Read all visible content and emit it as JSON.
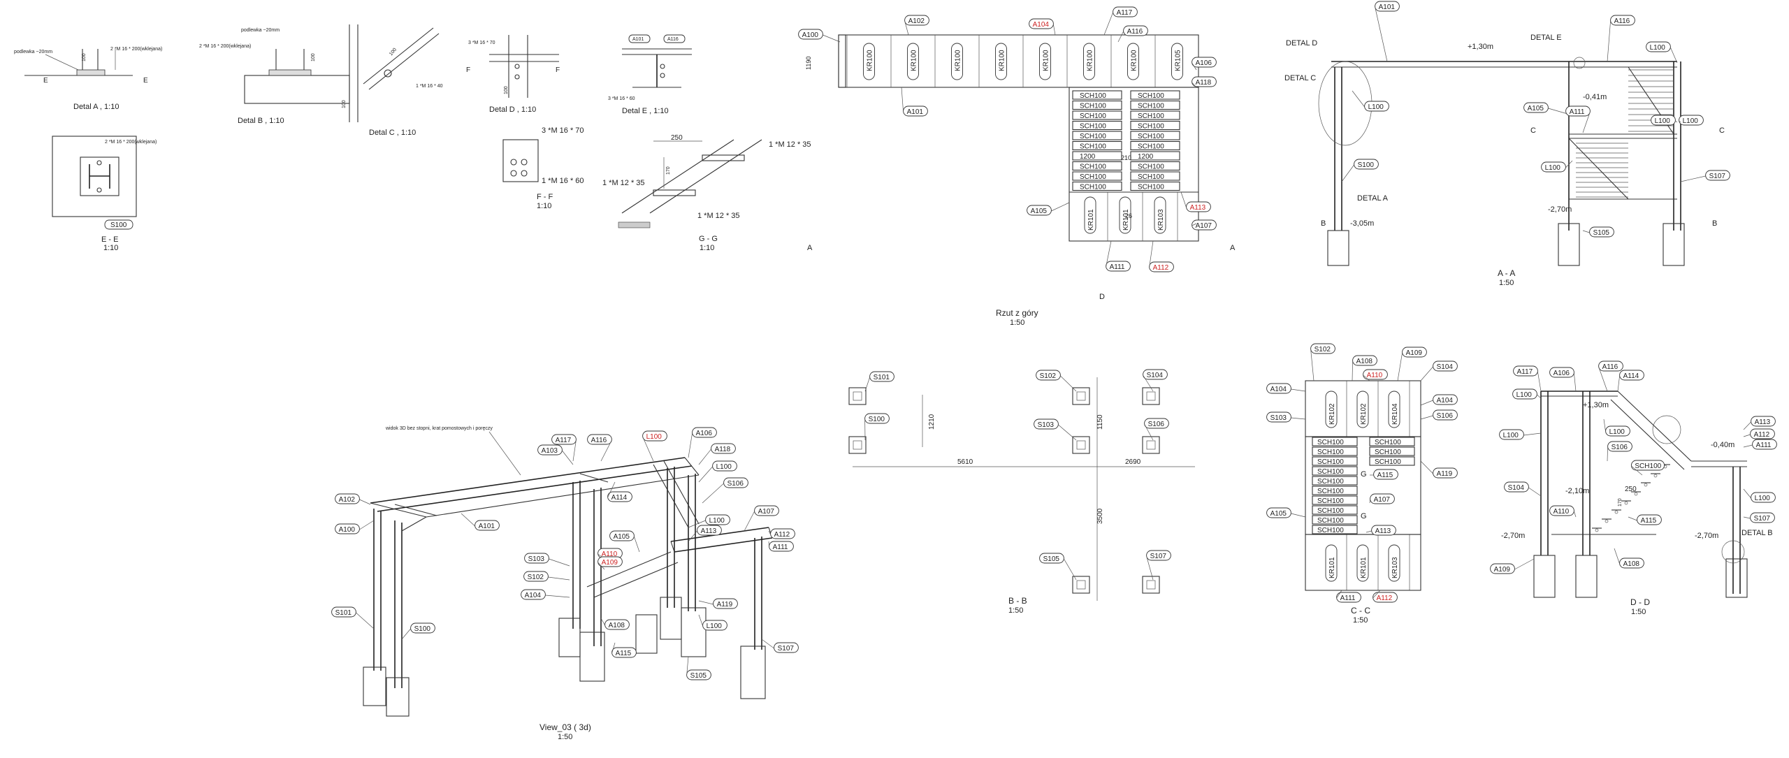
{
  "colors": {
    "line": "#333333",
    "accent_red": "#cc1f1f",
    "paper": "#ffffff"
  },
  "details": {
    "detal_a": {
      "title": "Detal A , 1:10",
      "note1": "podlewka ~20mm",
      "note2": "2 *M 16 * 200(wklejana)",
      "dim": "100",
      "section_mark": "E"
    },
    "detal_b": {
      "title": "Detal B , 1:10",
      "note1": "podlewka ~20mm",
      "note2": "2 *M 16 * 200(wklejana)",
      "dim": "100"
    },
    "detal_c": {
      "title": "Detal C , 1:10",
      "bolt": "1 *M 16 * 40",
      "dim1": "100",
      "dim2": "100"
    },
    "detal_d": {
      "title": "Detal D , 1:10",
      "bolt": "3 *M 16 * 70",
      "dim": "100",
      "section_mark": "F"
    },
    "detal_e": {
      "title": "Detal E , 1:10",
      "tag1": "A101",
      "tag2": "A116",
      "bolt": "3 *M 16 * 60"
    },
    "section_ee": {
      "title": "E - E",
      "scale": "1:10",
      "note": "2 *M 16 * 200(wklejana)",
      "tag": "S100"
    },
    "section_ff": {
      "title": "F - F",
      "scale": "1:10",
      "bolt1": "3 *M 16 * 70",
      "bolt2": "1 *M 16 * 60"
    },
    "section_gg": {
      "title": "G - G",
      "scale": "1:10",
      "bolt_top": "1 *M 12 * 35",
      "bolt_mid": "1 *M 12 * 35",
      "bolt_bot": "1 *M 12 * 35",
      "dim_w": "250",
      "dim_h": "170"
    }
  },
  "plan_top": {
    "title": "Rzut z góry",
    "scale": "1:50",
    "walkway_labels": [
      "KR100",
      "KR100",
      "KR100",
      "KR100",
      "KR100",
      "KR100",
      "KR100",
      "KR105"
    ],
    "dim_1190": "1190",
    "stair_left": [
      "SCH100",
      "SCH100",
      "SCH100",
      "SCH100",
      "SCH100",
      "SCH100",
      "1200",
      "SCH100",
      "SCH100",
      "SCH100"
    ],
    "stair_right": [
      "SCH100",
      "SCH100",
      "SCH100",
      "SCH100",
      "SCH100",
      "SCH100",
      "1200",
      "SCH100",
      "SCH100",
      "SCH100"
    ],
    "dim_210": "210",
    "landing_labels": [
      "KR101",
      "KR101",
      "KR103"
    ],
    "dim_26": "26",
    "tags": [
      "A100",
      "A102",
      "A104",
      "A117",
      "A116",
      "A106",
      "A118",
      "A101",
      "A105",
      "A113",
      "A107",
      "A111",
      "A112"
    ],
    "section_mark_a": "A",
    "section_mark_d": "D"
  },
  "section_aa": {
    "title": "A - A",
    "scale": "1:50",
    "tags": [
      "A101",
      "A116",
      "L100",
      "L100",
      "L100",
      "A105",
      "A111",
      "L100",
      "S100",
      "S107",
      "S105",
      "L100"
    ],
    "detal_d": "DETAL D",
    "detal_e": "DETAL E",
    "detal_c": "DETAL C",
    "detal_a": "DETAL A",
    "lvl_top": "+1,30m",
    "lvl_mid": "-0,41m",
    "lvl_low": "-2,70m",
    "lvl_base": "-3,05m",
    "mark_b": "B",
    "mark_c": "C"
  },
  "section_bb": {
    "title": "B - B",
    "scale": "1:50",
    "tags": [
      "S101",
      "S100",
      "S102",
      "S103",
      "S104",
      "S106",
      "S105",
      "S107"
    ],
    "dim_1210": "1210",
    "dim_1150": "1150",
    "dim_5610": "5610",
    "dim_2690": "2690",
    "dim_3500": "3500"
  },
  "section_cc": {
    "title": "C - C",
    "scale": "1:50",
    "tags": [
      "S102",
      "A108",
      "A109",
      "A104",
      "A110",
      "S104",
      "S103",
      "A104",
      "S106",
      "A115",
      "A119",
      "A107",
      "A105",
      "A113",
      "A111",
      "A112"
    ],
    "top_labels": [
      "KR102",
      "KR102",
      "KR104"
    ],
    "stair_left": [
      "SCH100",
      "SCH100",
      "SCH100",
      "SCH100",
      "SCH100",
      "SCH100",
      "SCH100",
      "SCH100",
      "SCH100",
      "SCH100"
    ],
    "stair_right": [
      "SCH100",
      "SCH100",
      "SCH100"
    ],
    "bottom_labels": [
      "KR101",
      "KR101",
      "KR103"
    ],
    "mark_g": "G"
  },
  "section_dd": {
    "title": "D - D",
    "scale": "1:50",
    "tags": [
      "A117",
      "A106",
      "A116",
      "A114",
      "L100",
      "L100",
      "S106",
      "SCH100",
      "S104",
      "A110",
      "A109",
      "A108",
      "A115",
      "A113",
      "A112",
      "A111",
      "L100",
      "S107",
      "L100"
    ],
    "lvl_top": "+1,30m",
    "lvl_mid": "-2,10m",
    "lvl_040": "-0,40m",
    "lvl_low": "-2,70m",
    "lvl_low2": "-2,70m",
    "dim_250": "250",
    "dim_170": "170",
    "detal_b": "DETAL B"
  },
  "view_3d": {
    "title": "View_03 ( 3d)",
    "scale": "1:50",
    "note": "widok 3D bez stopni, krat pomostowych i poręczy",
    "tags": [
      "A117",
      "A116",
      "L100",
      "A106",
      "A103",
      "A118",
      "L100",
      "A102",
      "A100",
      "A101",
      "A114",
      "S106",
      "A107",
      "L100",
      "A105",
      "A113",
      "A112",
      "A111",
      "S103",
      "A110",
      "A109",
      "S102",
      "A104",
      "A119",
      "S101",
      "S100",
      "A108",
      "L100",
      "A115",
      "S107",
      "S105"
    ]
  }
}
